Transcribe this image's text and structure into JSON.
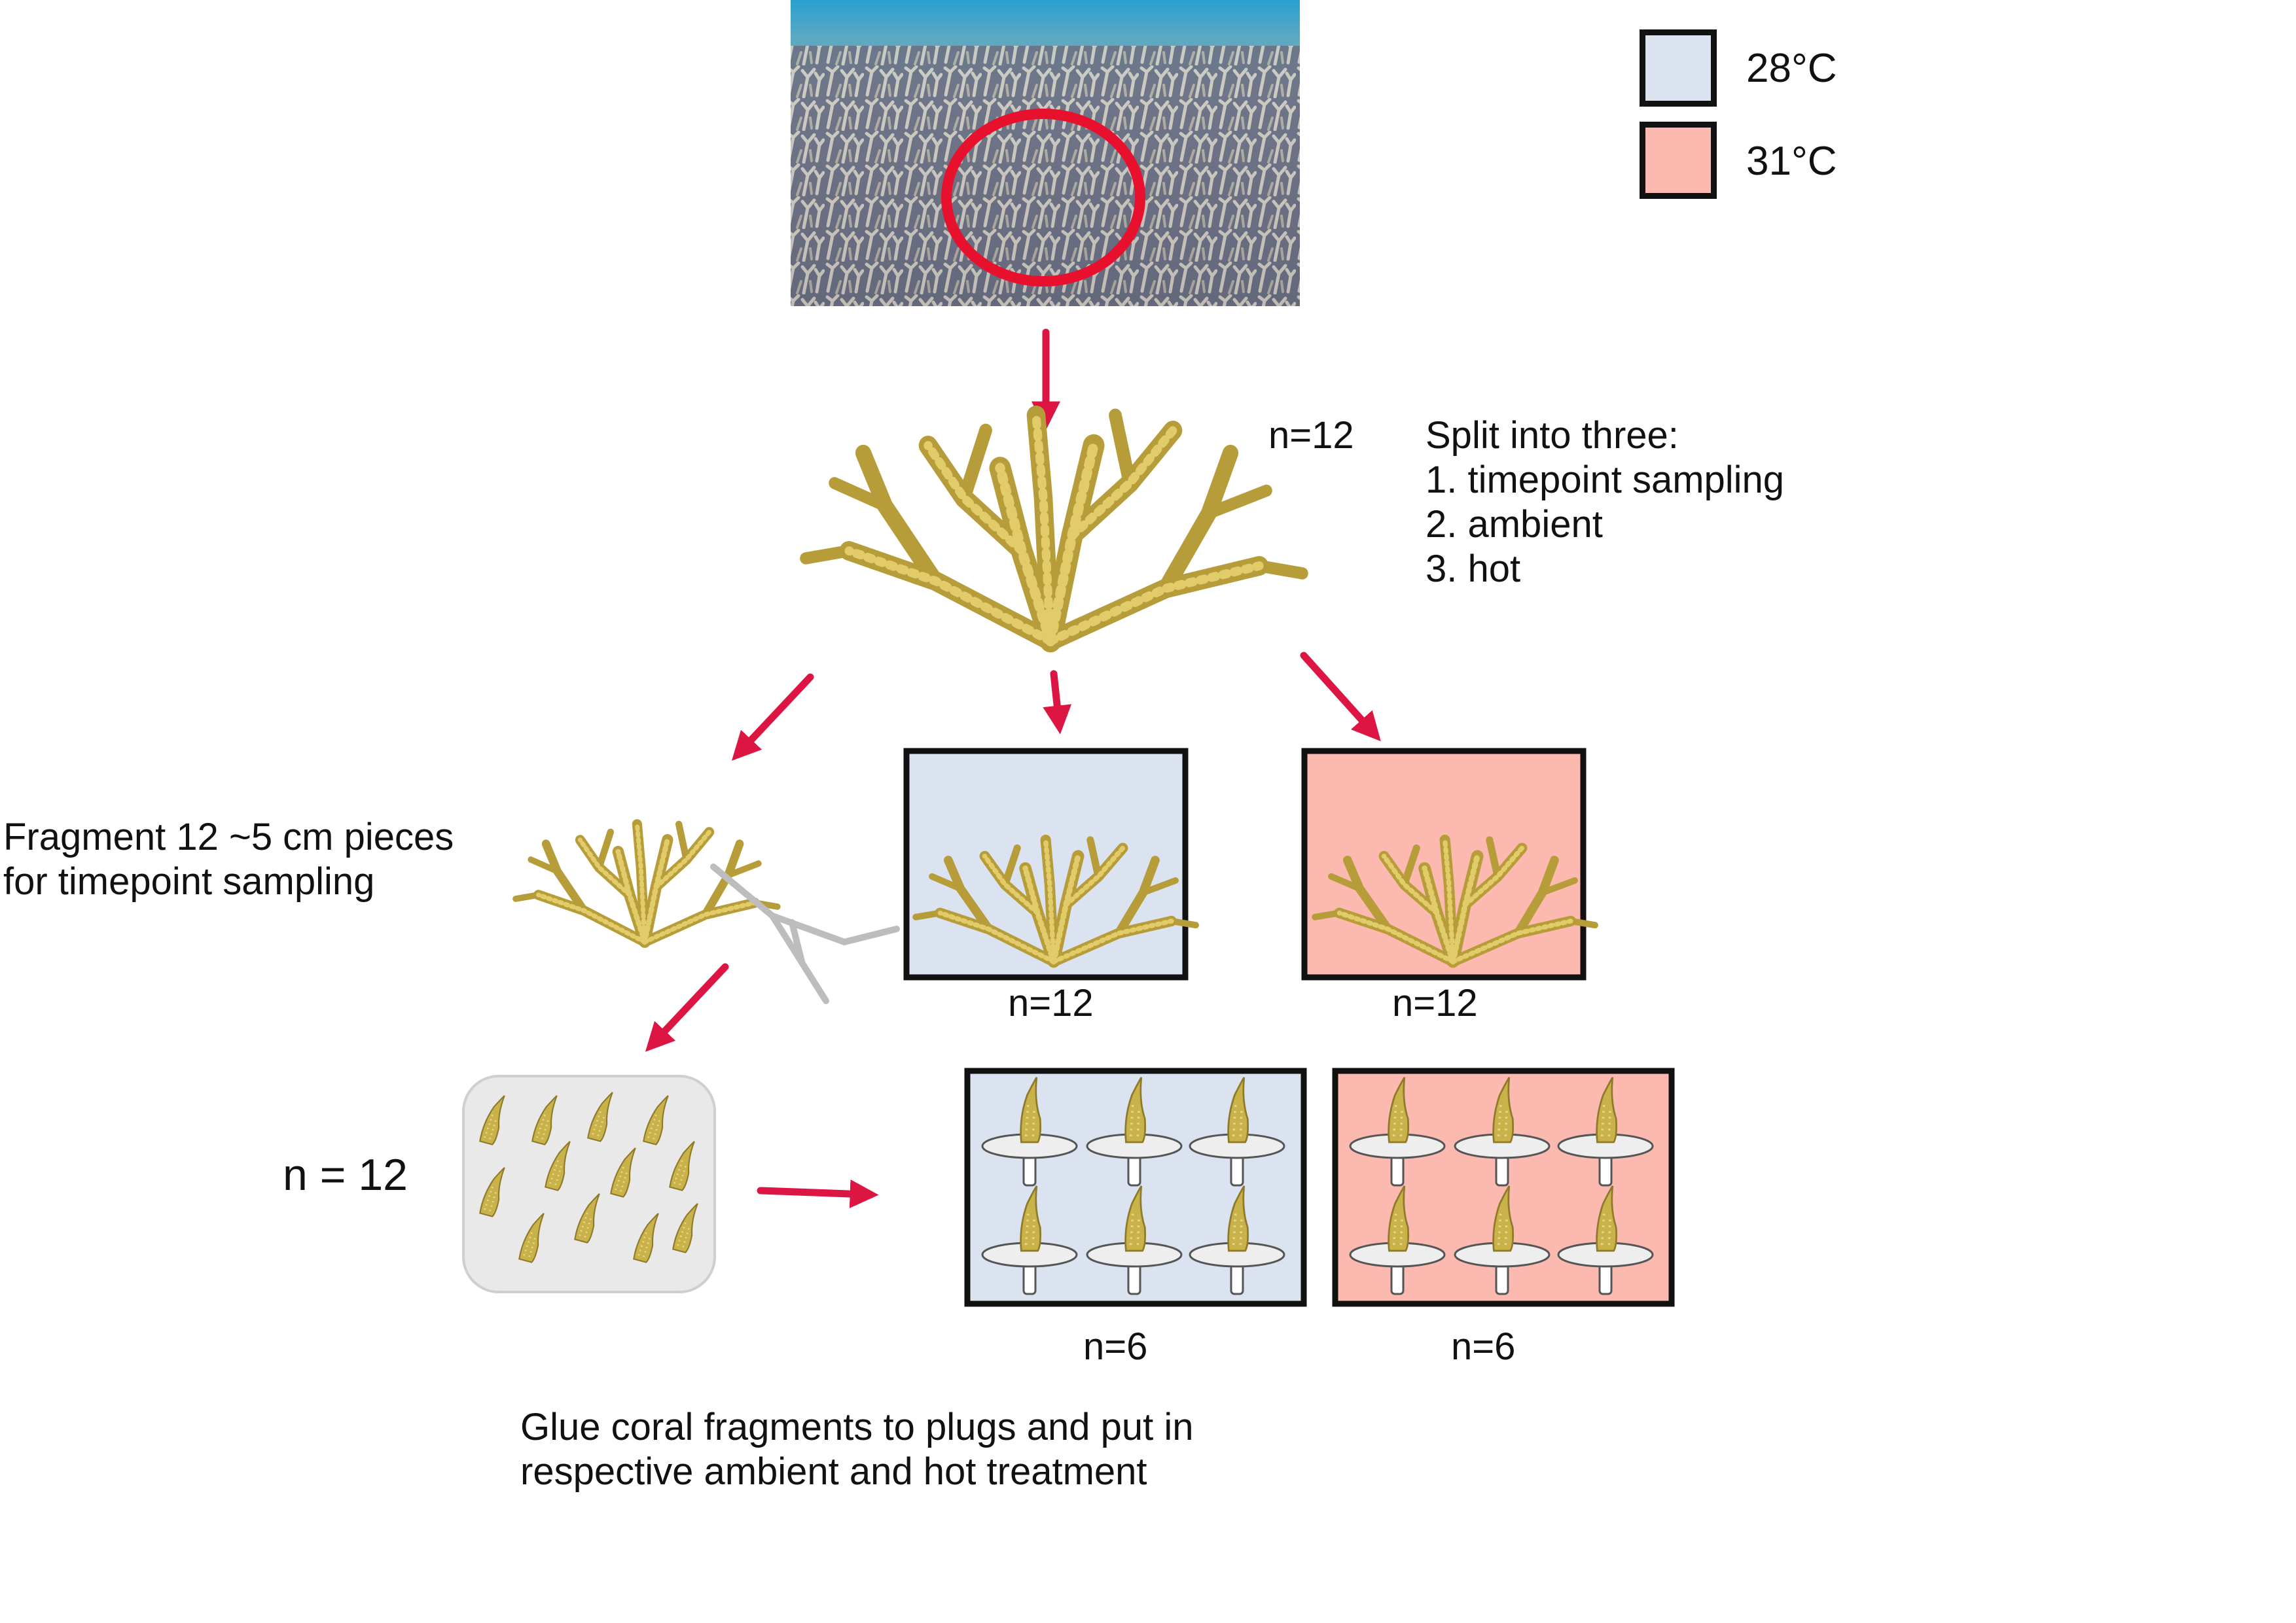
{
  "legend": {
    "items": [
      {
        "label": "28°C",
        "color": "#dbe3f1"
      },
      {
        "label": "31°C",
        "color": "#fbb9af"
      }
    ]
  },
  "colors": {
    "ambient": "#dbe3f1",
    "hot": "#fbb9af",
    "arrow": "#dd1542",
    "highlight_circle": "#e8112d",
    "coral": "#c9b24a",
    "tray": "#e9e9e9"
  },
  "labels": {
    "colony_n": "n=12",
    "split_title": "Split into three:",
    "split_list": [
      "1. timepoint sampling",
      "2. ambient",
      "3. hot"
    ],
    "fragment_line1": "Fragment 12 ~5 cm pieces",
    "fragment_line2": "for timepoint sampling",
    "ambient_tank_n": "n=12",
    "hot_tank_n": "n=12",
    "fragments_n": "n = 12",
    "ambient_plugs_n": "n=6",
    "hot_plugs_n": "n=6",
    "glue_line1": "Glue coral fragments to plugs and put in",
    "glue_line2": "respective ambient and hot treatment"
  },
  "icons": {
    "reef_photo": "reef-photo",
    "coral_colony": "staghorn-coral-colony-icon",
    "coral_fragment": "coral-fragment-icon",
    "bone_cutter": "bone-cutter-icon",
    "plug": "coral-plug-icon"
  }
}
